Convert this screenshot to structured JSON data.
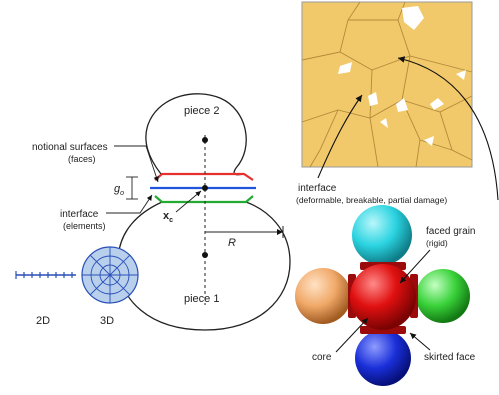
{
  "left_panel": {
    "piece_top_label": "piece 2",
    "piece_bottom_label": "piece 1",
    "notional_title": "notional surfaces",
    "notional_sub": "(faces)",
    "interface_title": "interface",
    "interface_sub": "(elements)",
    "gap_label": "g",
    "gap_subscript": "o",
    "point_label": "x",
    "point_subscript": "c",
    "radius_label": "R",
    "label_2d": "2D",
    "label_3d": "3D"
  },
  "right_panel": {
    "interface_title": "interface",
    "interface_sub": "(deformable, breakable, partial damage)",
    "faced_grain_title": "faced grain",
    "faced_grain_sub": "(rigid)",
    "core_label": "core",
    "skirted_face_label": "skirted face"
  },
  "colors": {
    "face_top": "#e63030",
    "face_mid": "#2255dd",
    "face_bottom": "#22aa33",
    "micro_bg": "#f2c96a",
    "sphere_cyan": "#2ad3e0",
    "sphere_orange": "#f0a868",
    "sphere_green": "#3ad23a",
    "sphere_blue": "#1a2fd8",
    "sphere_core": "#e01010",
    "disc_fill": "#b8d0ec"
  }
}
